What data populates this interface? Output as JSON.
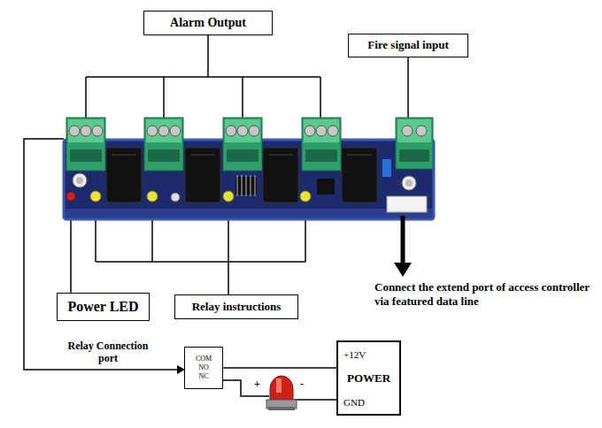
{
  "diagram": {
    "nodes": [
      {
        "text": [
          "Alarm Output"
        ]
      },
      {
        "text": [
          "Fire signal input"
        ]
      },
      {
        "text": [
          "Power LED"
        ]
      },
      {
        "text": [
          "Relay instructions"
        ]
      },
      {
        "text": [
          "COM NO NC"
        ]
      },
      {
        "text": [
          "+12V",
          "POWER",
          "GND"
        ]
      }
    ],
    "edges": [
      {
        "from": 4,
        "to": 5,
        "arrow": "none"
      }
    ],
    "labels": [
      "Relay Connection port",
      "Connect the extend port of access controller via featured data line",
      "+",
      "-"
    ]
  }
}
